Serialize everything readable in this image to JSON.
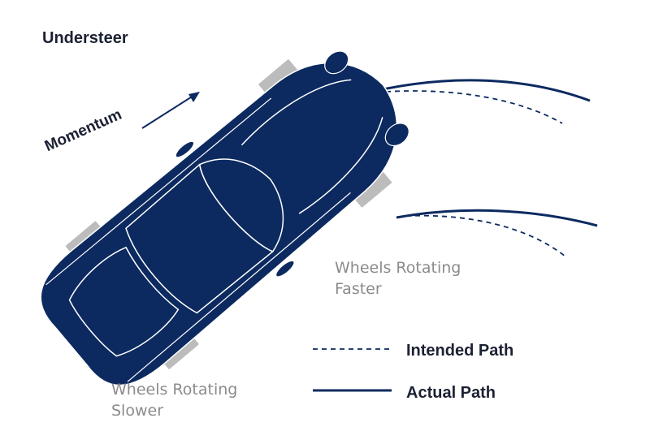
{
  "title": "Understeer",
  "labels": {
    "momentum": "Momentum",
    "front_wheels": [
      "Wheels Rotating",
      "Faster"
    ],
    "rear_wheels": [
      "Wheels Rotating",
      "Slower"
    ]
  },
  "legend": {
    "intended": "Intended Path",
    "actual": "Actual Path"
  },
  "colors": {
    "car_body": "#0c2a60",
    "car_outline": "#ffffff",
    "wheel": "#bcbcbc",
    "path": "#0c2a60",
    "title_text": "#1c2133",
    "label_text": "#8b8b8b"
  }
}
